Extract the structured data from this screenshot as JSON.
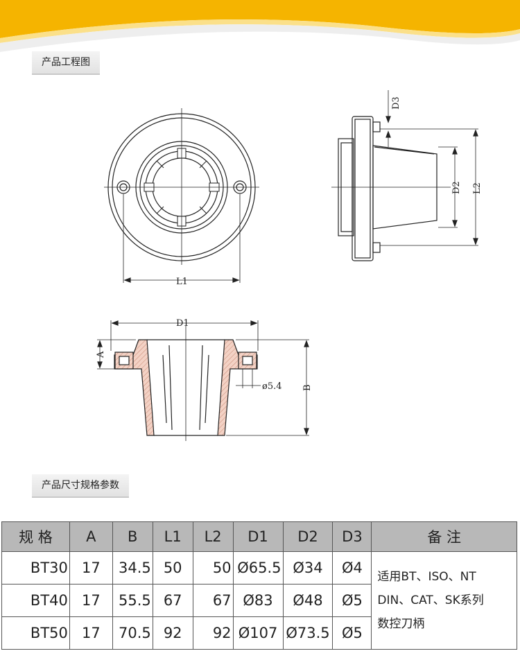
{
  "sections": {
    "drawing_title": "产品工程图",
    "spec_title": "产品尺寸规格参数"
  },
  "dimension_labels": {
    "l1": "L1",
    "l2": "L2",
    "d1": "D1",
    "d2": "D2",
    "d3": "D3",
    "a": "A",
    "b": "B",
    "hole": "ø5.4"
  },
  "table": {
    "headers": [
      "规  格",
      "A",
      "B",
      "L1",
      "L2",
      "D1",
      "D2",
      "D3",
      "备  注"
    ],
    "rows": [
      [
        "BT30",
        "17",
        "34.5",
        "50",
        "50",
        "Ø65.5",
        "Ø34",
        "Ø4"
      ],
      [
        "BT40",
        "17",
        "55.5",
        "67",
        "67",
        "Ø83",
        "Ø48",
        "Ø5"
      ],
      [
        "BT50",
        "17",
        "70.5",
        "92",
        "92",
        "Ø107",
        "Ø73.5",
        "Ø5"
      ]
    ],
    "note_lines": [
      "适用BT、ISO、NT",
      "DIN、CAT、SK系列",
      "数控刀柄"
    ]
  },
  "colors": {
    "banner": "#f5b400",
    "section_bg": "#e6e6e6",
    "hatch": "#e8b7a6",
    "table_header": "#b8b8b8"
  }
}
